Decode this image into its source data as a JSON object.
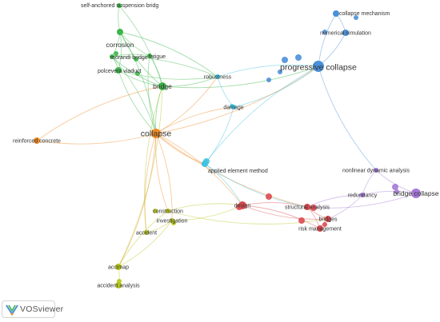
{
  "app": {
    "brand": "VOSviewer"
  },
  "clusters": {
    "green": "#3cb54a",
    "orange": "#f08a24",
    "blue": "#4a90d9",
    "cyan": "#41c2e0",
    "red": "#dc4a4f",
    "purple": "#a479d6",
    "yellow": "#b5c61a"
  },
  "nodes": [
    {
      "id": "self-anchored",
      "label": "self-anchored suspension bridg",
      "cluster": "green"
    },
    {
      "id": "corrosion",
      "label": "corrosion",
      "cluster": "green"
    },
    {
      "id": "morandi",
      "label": "morandi bridge",
      "cluster": "green"
    },
    {
      "id": "fatigue",
      "label": "fatigue",
      "cluster": "green"
    },
    {
      "id": "polcevera",
      "label": "polcevera viaduct",
      "cluster": "green"
    },
    {
      "id": "bridge",
      "label": "bridge",
      "cluster": "green"
    },
    {
      "id": "robustness",
      "label": "robustness",
      "cluster": "cyan"
    },
    {
      "id": "damage",
      "label": "damage",
      "cluster": "cyan"
    },
    {
      "id": "applied",
      "label": "applied element method",
      "cluster": "cyan"
    },
    {
      "id": "collapse-mech",
      "label": "collapse mechanism",
      "cluster": "blue"
    },
    {
      "id": "numerical",
      "label": "numerical simulation",
      "cluster": "blue"
    },
    {
      "id": "progressive",
      "label": "progressive collapse",
      "cluster": "blue"
    },
    {
      "id": "collapse",
      "label": "collapse",
      "cluster": "orange"
    },
    {
      "id": "reinforced",
      "label": "reinforced concrete",
      "cluster": "orange"
    },
    {
      "id": "nonlinear",
      "label": "nonlinear dynamic analysis",
      "cluster": "purple"
    },
    {
      "id": "redundancy",
      "label": "redundancy",
      "cluster": "purple"
    },
    {
      "id": "bridge-collapse",
      "label": "bridge collapse",
      "cluster": "purple"
    },
    {
      "id": "design",
      "label": "design",
      "cluster": "red"
    },
    {
      "id": "structural",
      "label": "structural analysis",
      "cluster": "red"
    },
    {
      "id": "bridges",
      "label": "bridges",
      "cluster": "red"
    },
    {
      "id": "risk",
      "label": "risk management",
      "cluster": "red"
    },
    {
      "id": "construction",
      "label": "construction",
      "cluster": "yellow"
    },
    {
      "id": "investigation",
      "label": "investigation",
      "cluster": "yellow"
    },
    {
      "id": "accident",
      "label": "accident",
      "cluster": "yellow"
    },
    {
      "id": "accimap",
      "label": "accimap",
      "cluster": "yellow"
    },
    {
      "id": "accident-analysis",
      "label": "accident analysis",
      "cluster": "yellow"
    }
  ]
}
